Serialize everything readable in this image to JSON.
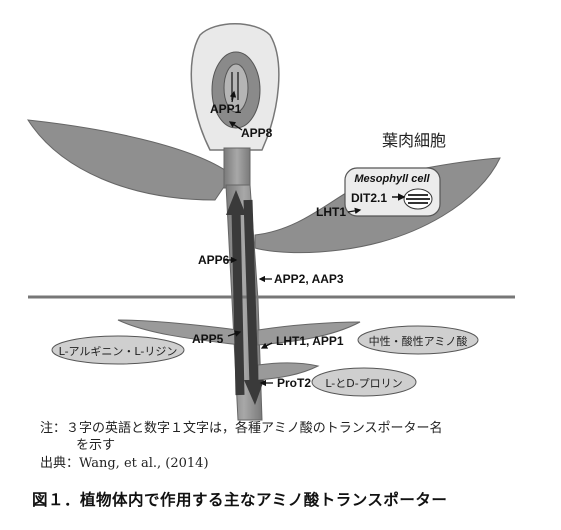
{
  "diagram": {
    "tissue_label": "葉肉細胞",
    "cell_label": "Mesophyll cell",
    "transporters": {
      "app1_top": "APP1",
      "app8": "APP8",
      "dit21": "DIT2.1",
      "lht1_leaf": "LHT1",
      "app6": "APP6",
      "app2_aap3": "APP2, AAP3",
      "app5": "APP5",
      "lht1_app1": "LHT1, APP1",
      "prot2": "ProT2"
    },
    "substrates": {
      "arg_lys": "L-アルギニン・L-リジン",
      "neutral_acidic": "中性・酸性アミノ酸",
      "proline": "L-とD-プロリン"
    }
  },
  "notes": {
    "line1": "注：３字の英語と数字１文字は，各種アミノ酸のトランスポーター名",
    "line2": "を示す",
    "source": "出典：Wang, et al., (2014)"
  },
  "caption": "図１．植物体内で作用する主なアミノ酸トランスポーター",
  "colors": {
    "plant_fill": "#9a9a9a",
    "plant_dark": "#6e6e6e",
    "ellipse_fill": "#cfcfcf",
    "arrow": "#3a3a3a",
    "soil_line": "#777777"
  }
}
